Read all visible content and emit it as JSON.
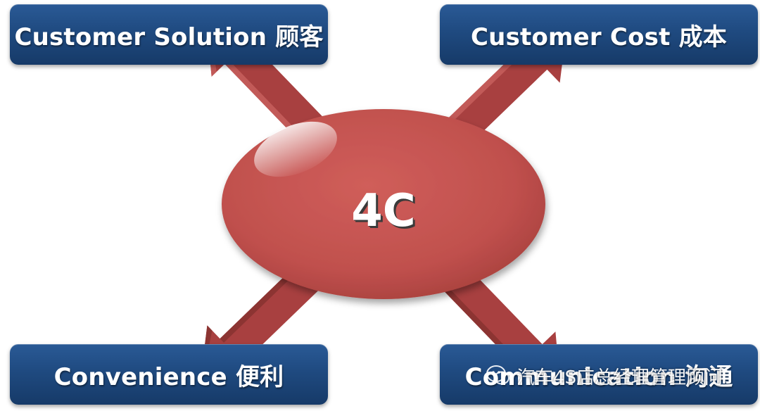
{
  "center": {
    "label": "4C"
  },
  "boxes": {
    "top_left": "Customer Solution 顾客",
    "top_right": "Customer Cost 成本",
    "bottom_left": "Convenience 便利",
    "bottom_right": "Communication 沟通"
  },
  "watermark": {
    "text": "汽车4S店总经理管理顾问",
    "icon": "wechat-icon"
  },
  "colors": {
    "box_blue": "#1f4a80",
    "ellipse_red": "#c0504d",
    "arrow_red": "#a84040",
    "text_white": "#ffffff"
  }
}
